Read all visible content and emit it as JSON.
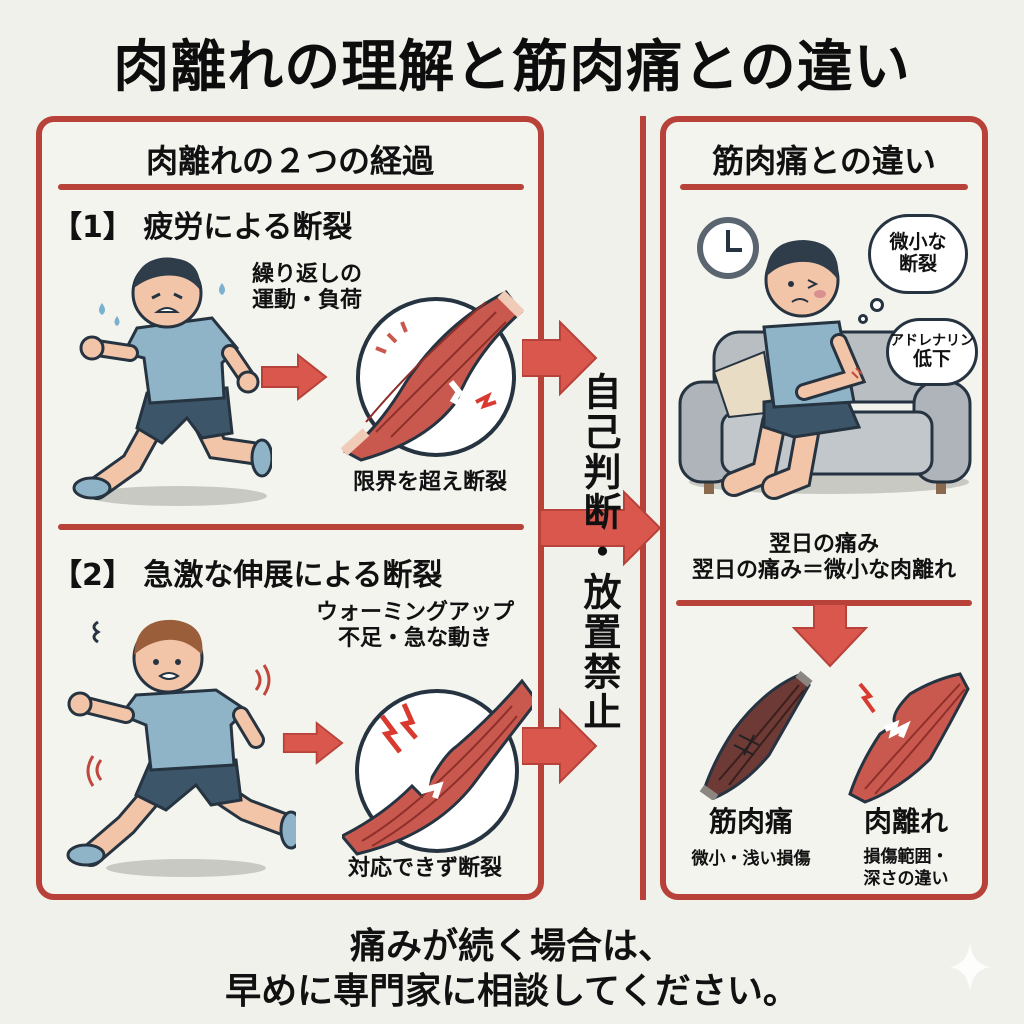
{
  "title": "肉離れの理解と筋肉痛との違い",
  "left_panel": {
    "heading": "肉離れの２つの経過",
    "section1": {
      "title": "【1】 疲労による断裂",
      "cause": [
        "繰り返しの",
        "運動・負荷"
      ],
      "result": "限界を超え断裂",
      "icons": [
        "running-tired-boy",
        "arrow-right",
        "torn-muscle-cracks"
      ]
    },
    "section2": {
      "title": "【2】 急激な伸展による断裂",
      "cause": [
        "ウォーミングアップ",
        "不足・急な動き"
      ],
      "result": "対応できず断裂",
      "icons": [
        "running-strained-boy",
        "arrow-right",
        "torn-muscle-lightning"
      ]
    }
  },
  "center": {
    "warning_vertical": "自己判断・放置禁止",
    "arrows": 3
  },
  "right_panel": {
    "heading": "筋肉痛との違い",
    "bubble1": [
      "微小な",
      "断裂"
    ],
    "bubble2": [
      "アドレナリン",
      "低下"
    ],
    "caption": [
      "翌日の痛み",
      "翌日の痛み＝微小な肉離れ"
    ],
    "compare": [
      {
        "name": "筋肉痛",
        "desc": [
          "微小・浅い損傷"
        ],
        "icon": "sore-muscle"
      },
      {
        "name": "肉離れ",
        "desc": [
          "損傷範囲・",
          "深さの違い"
        ],
        "icon": "torn-muscle"
      }
    ]
  },
  "bottom_message": [
    "痛みが続く場合は、",
    "早めに専門家に相談してください。"
  ],
  "colors": {
    "accent_red": "#b8423a",
    "arrow_red": "#d9574c",
    "background": "#f1f1ec",
    "shirt_blue": "#8fb3c7",
    "shorts_navy": "#3d5568",
    "sofa_gray": "#b9bec3",
    "muscle_red": "#c9594f"
  }
}
